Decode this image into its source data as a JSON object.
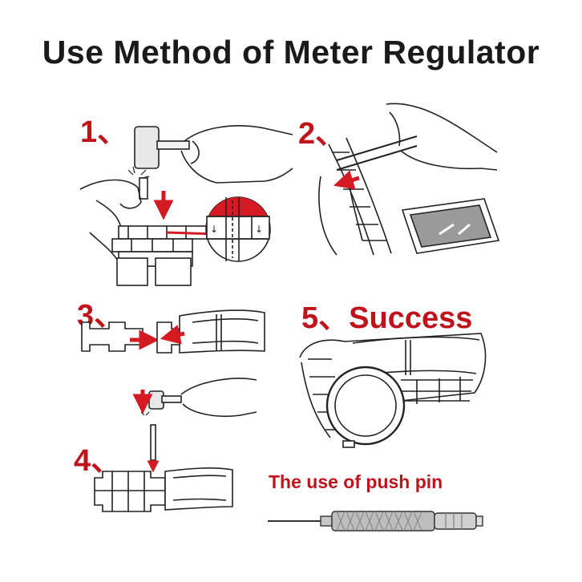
{
  "title": "Use Method of Meter Regulator",
  "steps": {
    "one": "1、",
    "two": "2、",
    "three": "3、",
    "four": "4、",
    "five": "5、Success"
  },
  "push_pin_label": "The use of push pin",
  "colors": {
    "accent": "#c0141c",
    "ink": "#1a1a1a",
    "steel": "#d9d9d9"
  }
}
